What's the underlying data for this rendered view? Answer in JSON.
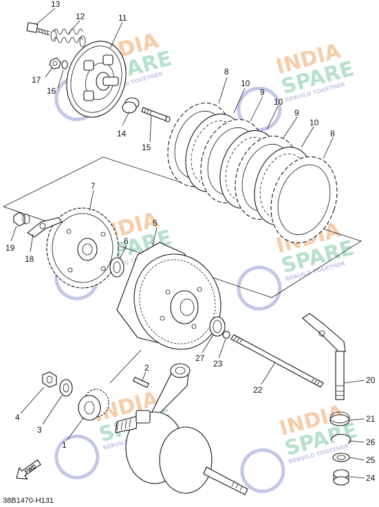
{
  "diagram": {
    "code": "38B1470-H131",
    "fwd_label": "FWD",
    "watermark": {
      "line1": "INDIA",
      "line2": "SPARE",
      "tagline": "REBUILD TOGETHER",
      "color_orange": "#f6c39a",
      "color_green": "#a9dcc5",
      "color_blue": "#b9bde3"
    },
    "callouts": [
      "13",
      "12",
      "11",
      "17",
      "16",
      "14",
      "15",
      "8",
      "10",
      "9",
      "10",
      "9",
      "10",
      "8",
      "7",
      "19",
      "18",
      "6",
      "5",
      "27",
      "23",
      "22",
      "20",
      "21",
      "26",
      "25",
      "24",
      "2",
      "4",
      "3",
      "1"
    ]
  }
}
